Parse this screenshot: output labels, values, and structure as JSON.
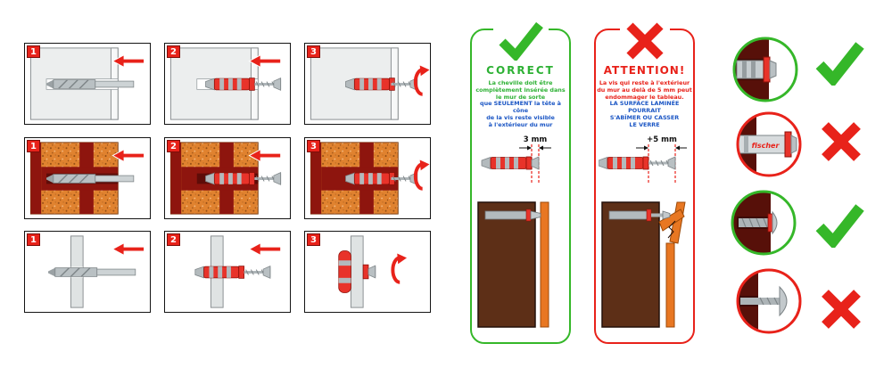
{
  "grid": {
    "rows": [
      {
        "panels": [
          "1",
          "2",
          "3"
        ]
      },
      {
        "panels": [
          "1",
          "2",
          "3"
        ]
      },
      {
        "panels": [
          "1",
          "2",
          "3"
        ]
      }
    ]
  },
  "correct_panel": {
    "header": "CORRECT",
    "green_lines": [
      "La cheville doit être",
      "complètement insérée dans",
      "le mur de sorte"
    ],
    "blue_lines": [
      "que SEULEMENT la tête à cône",
      "de la vis reste visible",
      "à l'extérieur du mur"
    ],
    "measure_label": "3 mm"
  },
  "attention_panel": {
    "header": "ATTENTION!",
    "red_lines": [
      "La vis qui reste à l'extérieur",
      "du mur au delà de 5 mm peut",
      "endommager le tableau."
    ],
    "blue_lines": [
      "LA SURFACE LAMINÉE POURRAIT",
      "S'ABÎMER OU CASSER",
      "LE VERRE"
    ],
    "measure_label": "+5 mm"
  },
  "examples": [
    {
      "result": "correct"
    },
    {
      "result": "wrong",
      "brand_text": "fischer"
    },
    {
      "result": "correct"
    },
    {
      "result": "wrong"
    }
  ],
  "colors": {
    "green": "#2eb135",
    "red": "#e8221a",
    "blue": "#1a55c4",
    "anchor_red": "#e8332a",
    "brick_orange": "#e0822f",
    "brick_dark_red": "#8e150e",
    "wall_brown": "#5d2f17",
    "laminate_orange": "#e87722"
  }
}
